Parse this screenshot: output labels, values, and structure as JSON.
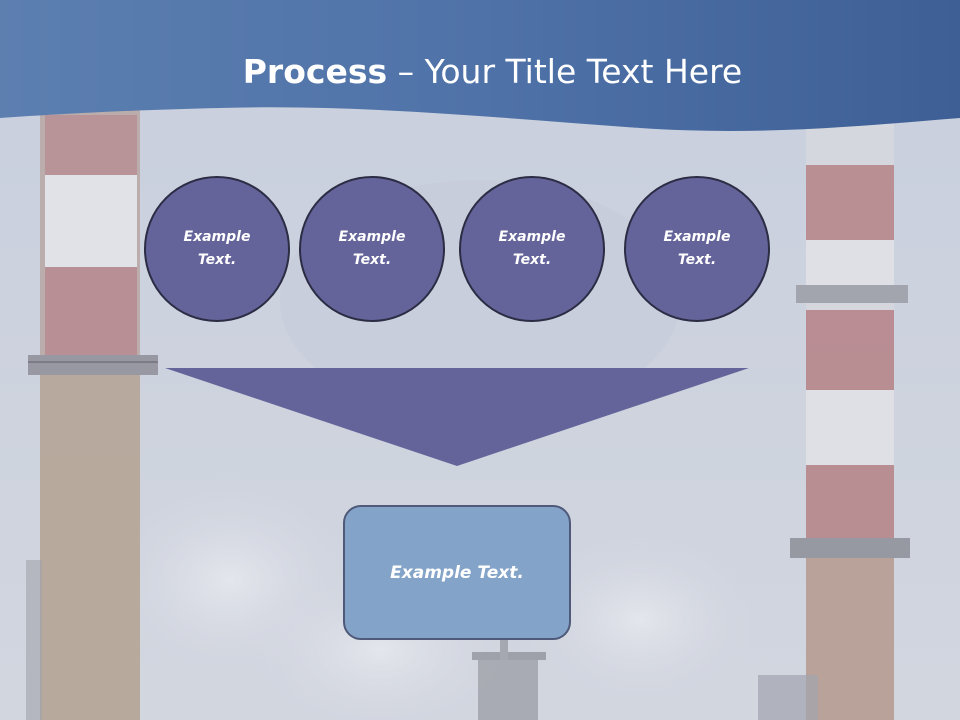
{
  "title": {
    "bold": "Process",
    "rest": " – Your Title Text Here"
  },
  "circles": [
    {
      "label": "Example Text."
    },
    {
      "label": "Example Text."
    },
    {
      "label": "Example Text."
    },
    {
      "label": "Example Text."
    }
  ],
  "result": {
    "label": "Example Text."
  },
  "colors": {
    "header_band": "#4f72a8",
    "circle_fill": "#64649a",
    "circle_border": "#2c2c44",
    "funnel_fill": "#64649a",
    "result_fill": "#84a3c8",
    "result_border": "#4f5a7a"
  }
}
